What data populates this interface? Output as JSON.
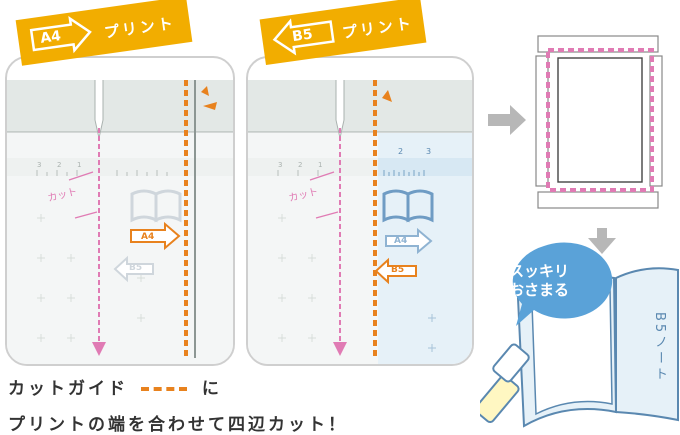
{
  "panel_left": {
    "tag_box": "A4",
    "tag_text": "プリント",
    "cut_label": "カット",
    "btn_a4": "A4",
    "btn_b5": "B5",
    "ruler_nums": [
      "3",
      "2",
      "1"
    ]
  },
  "panel_right": {
    "tag_box": "B5",
    "tag_text": "プリント",
    "cut_label": "カット",
    "btn_a4": "A4",
    "btn_b5": "B5",
    "ruler_nums": [
      "3",
      "2",
      "1",
      "2",
      "3"
    ]
  },
  "bubble": {
    "line1": "スッキリ",
    "line2": "おさまる"
  },
  "notebook": {
    "label": "B5ノート"
  },
  "caption": {
    "line1_a": "カットガイド",
    "line1_b": "に",
    "line2": "プリントの端を合わせて四辺カット！"
  },
  "colors": {
    "orange": "#f2ad00",
    "cut_orange": "#e8821e",
    "pink": "#e07bb4",
    "blue": "#5a88b0",
    "light_blue": "#e6f1f8"
  }
}
